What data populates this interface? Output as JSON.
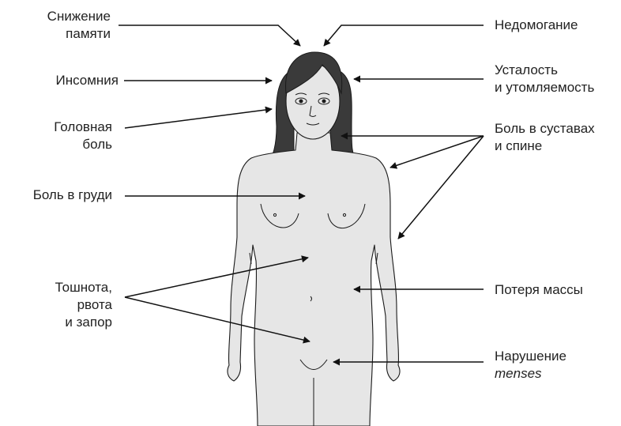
{
  "labels": {
    "memory_loss": {
      "line1": "Снижение",
      "line2": "памяти"
    },
    "malaise": "Недомогание",
    "insomnia": "Инсомния",
    "fatigue": {
      "line1": "Усталость",
      "line2": "и утомляемость"
    },
    "headache": {
      "line1": "Головная",
      "line2": "боль"
    },
    "joint_back_pain": {
      "line1": "Боль в суставах",
      "line2": "и спине"
    },
    "chest_pain": "Боль в груди",
    "nausea": {
      "line1": "Тошнота,",
      "line2": "рвота",
      "line3": "и запор"
    },
    "weight_loss": "Потеря массы",
    "menses": {
      "line1": "Нарушение",
      "line2": "menses"
    }
  },
  "colors": {
    "body_fill": "#e6e6e6",
    "hair_fill": "#3a3a3a",
    "outline": "#1a1a1a",
    "arrow": "#111111",
    "text": "#222222"
  }
}
